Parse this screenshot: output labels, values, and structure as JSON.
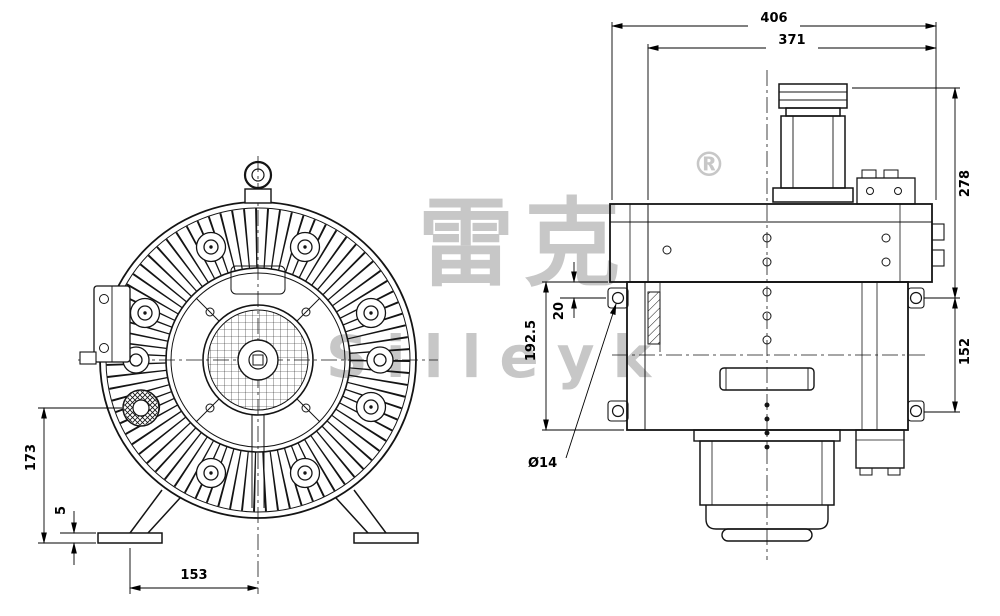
{
  "watermark": {
    "cjk": "雷克",
    "registered": "®",
    "latin": "Silleyk"
  },
  "dimensions": {
    "overall_width": "406",
    "inner_width": "371",
    "upper_height": "278",
    "lower_height": "152",
    "body_height": "192.5",
    "flange_offset": "20",
    "front_height": "173",
    "foot_pad_thickness": "5",
    "foot_to_center": "153",
    "hole_diameter": "Ø14"
  },
  "colors": {
    "line": "#141414",
    "dimension": "#000000",
    "watermark": "#c7c7c7"
  }
}
